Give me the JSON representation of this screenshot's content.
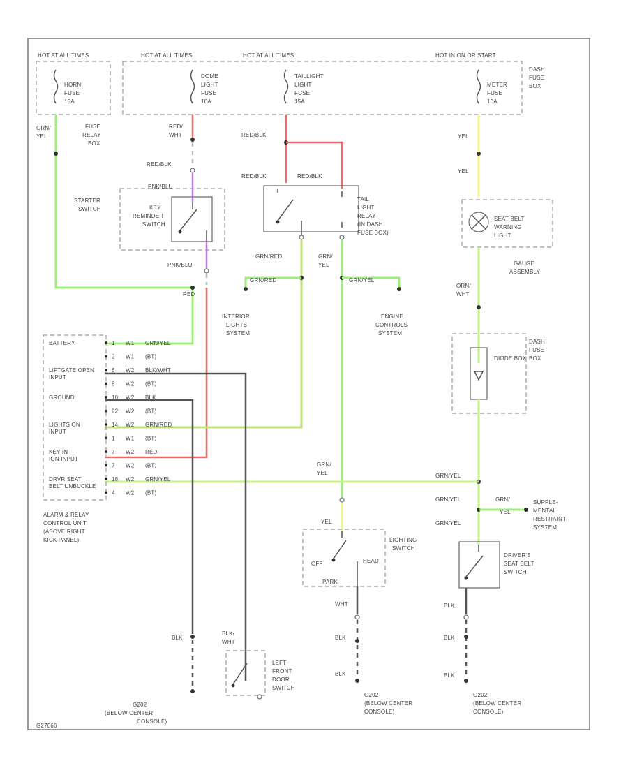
{
  "labels": {
    "fuse_hdr_1": "HOT AT ALL TIMES",
    "fuse_hdr_2": "HOT AT ALL TIMES",
    "fuse_hdr_3": "HOT AT ALL TIMES",
    "fuse_hdr_4": "HOT IN ON OR START",
    "horn_fuse": [
      "HORN",
      "FUSE",
      "15A"
    ],
    "dome_fuse": [
      "DOME",
      "LIGHT",
      "FUSE",
      "10A"
    ],
    "tail_fuse": [
      "TAILLIGHT",
      "LIGHT",
      "FUSE",
      "15A"
    ],
    "meter_fuse": [
      "METER",
      "FUSE",
      "10A"
    ],
    "dash_fuse_box": [
      "DASH",
      "FUSE",
      "BOX"
    ],
    "fuse_relay_box": [
      "FUSE",
      "RELAY",
      "BOX"
    ],
    "starter_switch": [
      "STARTER",
      "SWITCH"
    ],
    "key_reminder": [
      "KEY",
      "REMINDER",
      "SWITCH"
    ],
    "tail_relay": [
      "TAIL",
      "LIGHT",
      "RELAY",
      "(IN DASH",
      "FUSE BOX)"
    ],
    "seat_belt_light": [
      "SEAT BELT",
      "WARNING",
      "LIGHT"
    ],
    "gauge_assembly": [
      "GAUGE",
      "ASSEMBLY"
    ],
    "interior_lights": [
      "INTERIOR",
      "LIGHTS",
      "SYSTEM"
    ],
    "engine_controls": [
      "ENGINE",
      "CONTROLS",
      "SYSTEM"
    ],
    "dash_fuse_box2": [
      "DASH",
      "FUSE",
      "BOX"
    ],
    "diode_box": "DIODE BOX",
    "supplemental": [
      "SUPPLE-",
      "MENTAL",
      "RESTRAINT",
      "SYSTEM"
    ],
    "lighting_switch": [
      "LIGHTING",
      "SWITCH"
    ],
    "lighting_off": "OFF",
    "lighting_head": "HEAD",
    "lighting_park": "PARK",
    "drivers_belt": [
      "DRIVER'S",
      "SEAT BELT",
      "SWITCH"
    ],
    "left_front_door": [
      "LEFT",
      "FRONT",
      "DOOR",
      "SWITCH"
    ],
    "alarm_unit": [
      "ALARM & RELAY",
      "CONTROL UNIT",
      "(ABOVE RIGHT",
      "KICK PANEL)"
    ],
    "ground_1": [
      "G202",
      "(BELOW CENTER",
      "CONSOLE)"
    ],
    "ground_2": [
      "G202",
      "(BELOW CENTER",
      "CONSOLE)"
    ],
    "ground_3": [
      "G202",
      "(BELOW CENTER",
      "CONSOLE)"
    ],
    "footer_code": "G27066"
  },
  "alarm_pins": [
    {
      "name": "BATTERY",
      "pin": "1",
      "conn": "W1",
      "wire": "GRN/YEL"
    },
    {
      "name": "",
      "pin": "2",
      "conn": "W1",
      "wire": "(BT)"
    },
    {
      "name": "LIFTGATE OPEN INPUT",
      "pin": "6",
      "conn": "W2",
      "wire": "BLK/WHT"
    },
    {
      "name": "",
      "pin": "8",
      "conn": "W2",
      "wire": "(BT)"
    },
    {
      "name": "GROUND",
      "pin": "10",
      "conn": "W2",
      "wire": "BLK"
    },
    {
      "name": "",
      "pin": "22",
      "conn": "W2",
      "wire": "(BT)"
    },
    {
      "name": "LIGHTS ON INPUT",
      "pin": "14",
      "conn": "W2",
      "wire": "GRN/RED"
    },
    {
      "name": "",
      "pin": "1",
      "conn": "W1",
      "wire": "(BT)"
    },
    {
      "name": "KEY IN IGN INPUT",
      "pin": "7",
      "conn": "W2",
      "wire": "RED"
    },
    {
      "name": "",
      "pin": "7",
      "conn": "W2",
      "wire": "(BT)"
    },
    {
      "name": "DRVR SEAT BELT UNBUCKLE",
      "pin": "18",
      "conn": "W2",
      "wire": "GRN/YEL"
    },
    {
      "name": "",
      "pin": "4",
      "conn": "W2",
      "wire": "(BT)"
    }
  ],
  "wires": {
    "grn_yel_1": "GRN/",
    "grn_yel_1b": "YEL",
    "red_wht": "RED/",
    "red_wht_b": "WHT",
    "red_blk_1": "RED/BLK",
    "red_blk_2": "RED/BLK",
    "red_blk_3": "RED/BLK",
    "red_blk_4": "RED/BLK",
    "pnk_blu_1": "PNK/BLU",
    "pnk_blu_2": "PNK/BLU",
    "red": "RED",
    "grn_red_1": "GRN/RED",
    "grn_red_2": "GRN/RED",
    "grn_yel_2": "GRN/",
    "grn_yel_2b": "YEL",
    "grn_yel_3": "GRN/YEL",
    "yel_1": "YEL",
    "yel_2": "YEL",
    "orn_wht": "ORN/",
    "orn_wht_b": "WHT",
    "grn_yel_4": "GRN/",
    "grn_yel_4b": "YEL",
    "grn_yel_5": "GRN/YEL",
    "grn_yel_6": "GRN/YEL",
    "grn_yel_7": "GRN/",
    "grn_yel_7b": "YEL",
    "grn_yel_8": "GRN/YEL",
    "yel_3": "YEL",
    "wht": "WHT",
    "blk_1": "BLK",
    "blk_2": "BLK",
    "blk_3": "BLK",
    "blk_4": "BLK",
    "blk_5": "BLK",
    "blk_6": "BLK",
    "blk_wht": "BLK/",
    "blk_wht_b": "WHT"
  }
}
